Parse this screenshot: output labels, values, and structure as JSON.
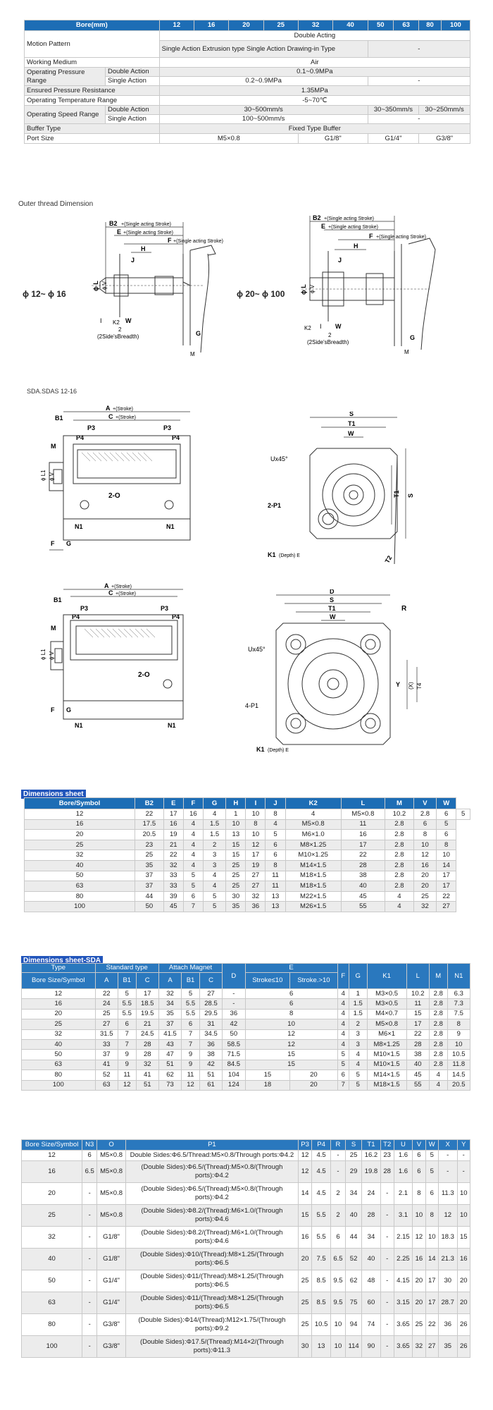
{
  "spec_table": {
    "header": [
      "Bore(mm)",
      "12",
      "16",
      "20",
      "25",
      "32",
      "40",
      "50",
      "63",
      "80",
      "100"
    ],
    "rows": [
      {
        "label": "Motion Pattern",
        "sub": "",
        "cells": [
          {
            "text": "Double Acting",
            "span": 10
          }
        ]
      },
      {
        "label": "",
        "sub": "",
        "cells": [
          {
            "text": "Single Action Extrusion type Single Action Drawing-in Type",
            "span": 6
          },
          {
            "text": "-",
            "span": 4
          }
        ]
      },
      {
        "label": "Working Medium",
        "sub": "",
        "cells": [
          {
            "text": "Air",
            "span": 10
          }
        ]
      },
      {
        "label": "Operating Pressure Range",
        "sub": "Double Action",
        "cells": [
          {
            "text": "0.1~0.9MPa",
            "span": 10
          }
        ]
      },
      {
        "label": "",
        "sub": "Single Action",
        "cells": [
          {
            "text": "0.2~0.9MPa",
            "span": 6
          },
          {
            "text": "-",
            "span": 4
          }
        ]
      },
      {
        "label": "Ensured Pressure Resistance",
        "sub": "",
        "cells": [
          {
            "text": "1.35MPa",
            "span": 10
          }
        ]
      },
      {
        "label": "Operating Temperature Range",
        "sub": "",
        "cells": [
          {
            "text": "-5~70℃",
            "span": 10
          }
        ]
      },
      {
        "label": "Operating Speed Range",
        "sub": "Double Action",
        "cells": [
          {
            "text": "30~500mm/s",
            "span": 6
          },
          {
            "text": "30~350mm/s",
            "span": 2
          },
          {
            "text": "30~250mm/s",
            "span": 2
          }
        ]
      },
      {
        "label": "",
        "sub": "Single Action",
        "cells": [
          {
            "text": "100~500mm/s",
            "span": 6
          },
          {
            "text": "-",
            "span": 4
          }
        ]
      },
      {
        "label": "Buffer Type",
        "sub": "",
        "cells": [
          {
            "text": "Fixed Type Buffer",
            "span": 10
          }
        ]
      },
      {
        "label": "Port Size",
        "sub": "",
        "cells": [
          {
            "text": "M5×0.8",
            "span": 4
          },
          {
            "text": "G1/8\"",
            "span": 2
          },
          {
            "text": "G1/4\"",
            "span": 2
          },
          {
            "text": "G3/8\"",
            "span": 2
          }
        ]
      }
    ]
  },
  "outer_thread": {
    "title": "Outer thread Dimension",
    "left_bore": "ϕ 12~ ϕ 16",
    "right_bore": "ϕ 20~ ϕ 100",
    "labels": {
      "b2": "B2",
      "b2_note": "+(Single acting Stroke)",
      "e": "E",
      "e_note": "+(Single acting Stroke)",
      "f": "F",
      "f_note": "+(Single acting Stroke)",
      "h": "H",
      "j": "J",
      "l": "ϕ L",
      "v": "ϕ V",
      "i": "I",
      "k2": "K2",
      "w": "W",
      "two": "2",
      "breadth": "(2Side'sBreadth)",
      "g": "G",
      "m": "M"
    }
  },
  "sda": {
    "title": "SDA.SDAS 12-16",
    "labels": {
      "a": "A",
      "a_note": "+(Stroke)",
      "c": "C",
      "c_note": "+(Stroke)",
      "b1": "B1",
      "p3": "P3",
      "p4": "P4",
      "m": "M",
      "l1": "ϕ L1",
      "v": "ϕ V",
      "two_o": "2-O",
      "n1": "N1",
      "f": "F",
      "g": "G",
      "s": "S",
      "t1": "T1",
      "w": "W",
      "ux45": "Ux45°",
      "two_p1": "2-P1",
      "k1": "K1",
      "depth_e": "(Depth) E",
      "t2": "T2",
      "d": "D",
      "r": "R",
      "four_p1": "4-P1",
      "y": "Y",
      "x": "(X)",
      "t4": "T4"
    }
  },
  "dims_sheet": {
    "title": "Dimensions sheet",
    "header": [
      "Bore/Symbol",
      "B2",
      "E",
      "F",
      "G",
      "H",
      "I",
      "J",
      "K2",
      "L",
      "M",
      "V",
      "W"
    ],
    "rows": [
      [
        "12",
        "22",
        "17",
        "16",
        "4",
        "1",
        "10",
        "8",
        "4",
        "M5×0.8",
        "10.2",
        "2.8",
        "6",
        "5"
      ],
      [
        "16",
        "17.5",
        "16",
        "4",
        "1.5",
        "10",
        "8",
        "4",
        "M5×0.8",
        "11",
        "2.8",
        "6",
        "5"
      ],
      [
        "20",
        "20.5",
        "19",
        "4",
        "1.5",
        "13",
        "10",
        "5",
        "M6×1.0",
        "16",
        "2.8",
        "8",
        "6"
      ],
      [
        "25",
        "23",
        "21",
        "4",
        "2",
        "15",
        "12",
        "6",
        "M8×1.25",
        "17",
        "2.8",
        "10",
        "8"
      ],
      [
        "32",
        "25",
        "22",
        "4",
        "3",
        "15",
        "17",
        "6",
        "M10×1.25",
        "22",
        "2.8",
        "12",
        "10"
      ],
      [
        "40",
        "35",
        "32",
        "4",
        "3",
        "25",
        "19",
        "8",
        "M14×1.5",
        "28",
        "2.8",
        "16",
        "14"
      ],
      [
        "50",
        "37",
        "33",
        "5",
        "4",
        "25",
        "27",
        "11",
        "M18×1.5",
        "38",
        "2.8",
        "20",
        "17"
      ],
      [
        "63",
        "37",
        "33",
        "5",
        "4",
        "25",
        "27",
        "11",
        "M18×1.5",
        "40",
        "2.8",
        "20",
        "17"
      ],
      [
        "80",
        "44",
        "39",
        "6",
        "5",
        "30",
        "32",
        "13",
        "M22×1.5",
        "45",
        "4",
        "25",
        "22"
      ],
      [
        "100",
        "50",
        "45",
        "7",
        "5",
        "35",
        "36",
        "13",
        "M26×1.5",
        "55",
        "4",
        "32",
        "27"
      ]
    ]
  },
  "dims_sda": {
    "title": "Dimensions sheet-SDA",
    "top_header": {
      "type": "Type",
      "standard": "Standard type",
      "magnet": "Attach Magnet",
      "e": "E"
    },
    "sub_header": {
      "bore": "Bore Size/Symbol",
      "a": "A",
      "b1": "B1",
      "c": "C",
      "a2": "A",
      "b12": "B1",
      "c2": "C",
      "d": "D",
      "s10": "Stroke≤10",
      "s10b": "Stroke.>10",
      "f": "F",
      "g": "G",
      "k1": "K1",
      "l": "L",
      "m": "M",
      "n1": "N1"
    },
    "rows": [
      {
        "bore": "12",
        "a": "22",
        "b1": "5",
        "c": "17",
        "a2": "32",
        "b12": "5",
        "c2": "27",
        "d": "-",
        "e": "6",
        "f": "4",
        "g": "1",
        "k1": "M3×0.5",
        "l": "10.2",
        "m": "2.8",
        "n1": "6.3"
      },
      {
        "bore": "16",
        "a": "24",
        "b1": "5.5",
        "c": "18.5",
        "a2": "34",
        "b12": "5.5",
        "c2": "28.5",
        "d": "-",
        "e": "6",
        "f": "4",
        "g": "1.5",
        "k1": "M3×0.5",
        "l": "11",
        "m": "2.8",
        "n1": "7.3"
      },
      {
        "bore": "20",
        "a": "25",
        "b1": "5.5",
        "c": "19.5",
        "a2": "35",
        "b12": "5.5",
        "c2": "29.5",
        "d": "36",
        "e": "8",
        "f": "4",
        "g": "1.5",
        "k1": "M4×0.7",
        "l": "15",
        "m": "2.8",
        "n1": "7.5"
      },
      {
        "bore": "25",
        "a": "27",
        "b1": "6",
        "c": "21",
        "a2": "37",
        "b12": "6",
        "c2": "31",
        "d": "42",
        "e": "10",
        "f": "4",
        "g": "2",
        "k1": "M5×0.8",
        "l": "17",
        "m": "2.8",
        "n1": "8"
      },
      {
        "bore": "32",
        "a": "31.5",
        "b1": "7",
        "c": "24.5",
        "a2": "41.5",
        "b12": "7",
        "c2": "34.5",
        "d": "50",
        "e": "12",
        "f": "4",
        "g": "3",
        "k1": "M6×1",
        "l": "22",
        "m": "2.8",
        "n1": "9"
      },
      {
        "bore": "40",
        "a": "33",
        "b1": "7",
        "c": "28",
        "a2": "43",
        "b12": "7",
        "c2": "36",
        "d": "58.5",
        "e": "12",
        "f": "4",
        "g": "3",
        "k1": "M8×1.25",
        "l": "28",
        "m": "2.8",
        "n1": "10"
      },
      {
        "bore": "50",
        "a": "37",
        "b1": "9",
        "c": "28",
        "a2": "47",
        "b12": "9",
        "c2": "38",
        "d": "71.5",
        "e": "15",
        "f": "5",
        "g": "4",
        "k1": "M10×1.5",
        "l": "38",
        "m": "2.8",
        "n1": "10.5"
      },
      {
        "bore": "63",
        "a": "41",
        "b1": "9",
        "c": "32",
        "a2": "51",
        "b12": "9",
        "c2": "42",
        "d": "84.5",
        "e": "15",
        "f": "5",
        "g": "4",
        "k1": "M10×1.5",
        "l": "40",
        "m": "2.8",
        "n1": "11.8"
      },
      {
        "bore": "80",
        "a": "52",
        "b1": "11",
        "c": "41",
        "a2": "62",
        "b12": "11",
        "c2": "51",
        "d": "104",
        "e1": "15",
        "e2": "20",
        "f": "6",
        "g": "5",
        "k1": "M14×1.5",
        "l": "45",
        "m": "4",
        "n1": "14.5"
      },
      {
        "bore": "100",
        "a": "63",
        "b1": "12",
        "c": "51",
        "a2": "73",
        "b12": "12",
        "c2": "61",
        "d": "124",
        "e1": "18",
        "e2": "20",
        "f": "7",
        "g": "5",
        "k1": "M18×1.5",
        "l": "55",
        "m": "4",
        "n1": "20.5"
      }
    ]
  },
  "dims_p1": {
    "header": [
      "Bore Size/Symbol",
      "N3",
      "O",
      "P1",
      "P3",
      "P4",
      "R",
      "S",
      "T1",
      "T2",
      "U",
      "V",
      "W",
      "X",
      "Y"
    ],
    "rows": [
      [
        "12",
        "6",
        "M5×0.8",
        "Double Sides:Φ6.5/Thread:M5×0.8/Through ports:Φ4.2",
        "12",
        "4.5",
        "-",
        "25",
        "16.2",
        "23",
        "1.6",
        "6",
        "5",
        "-",
        "-"
      ],
      [
        "16",
        "6.5",
        "M5×0.8",
        "(Double Sides):Φ6.5/(Thread):M5×0.8/(Through ports):Φ4.2",
        "12",
        "4.5",
        "-",
        "29",
        "19.8",
        "28",
        "1.6",
        "6",
        "5",
        "-",
        "-"
      ],
      [
        "20",
        "-",
        "M5×0.8",
        "(Double Sides):Φ6.5/(Thread):M5×0.8/(Through ports):Φ4.2",
        "14",
        "4.5",
        "2",
        "34",
        "24",
        "-",
        "2.1",
        "8",
        "6",
        "11.3",
        "10"
      ],
      [
        "25",
        "-",
        "M5×0.8",
        "(Double Sides):Φ8.2/(Thread):M6×1.0/(Through ports):Φ4.6",
        "15",
        "5.5",
        "2",
        "40",
        "28",
        "-",
        "3.1",
        "10",
        "8",
        "12",
        "10"
      ],
      [
        "32",
        "-",
        "G1/8\"",
        "(Double Sides):Φ8.2/(Thread):M6×1.0/(Through ports):Φ4.6",
        "16",
        "5.5",
        "6",
        "44",
        "34",
        "-",
        "2.15",
        "12",
        "10",
        "18.3",
        "15"
      ],
      [
        "40",
        "-",
        "G1/8\"",
        "(Double Sides):Φ10/(Thread):M8×1.25/(Through ports):Φ6.5",
        "20",
        "7.5",
        "6.5",
        "52",
        "40",
        "-",
        "2.25",
        "16",
        "14",
        "21.3",
        "16"
      ],
      [
        "50",
        "-",
        "G1/4\"",
        "(Double Sides):Φ11/(Thread):M8×1.25/(Through ports):Φ6.5",
        "25",
        "8.5",
        "9.5",
        "62",
        "48",
        "-",
        "4.15",
        "20",
        "17",
        "30",
        "20"
      ],
      [
        "63",
        "-",
        "G1/4\"",
        "(Double Sides):Φ11/(Thread):M8×1.25/(Through ports):Φ6.5",
        "25",
        "8.5",
        "9.5",
        "75",
        "60",
        "-",
        "3.15",
        "20",
        "17",
        "28.7",
        "20"
      ],
      [
        "80",
        "-",
        "G3/8\"",
        "(Double Sides):Φ14/(Thread):M12×1.75/(Through ports):Φ9.2",
        "25",
        "10.5",
        "10",
        "94",
        "74",
        "-",
        "3.65",
        "25",
        "22",
        "36",
        "26"
      ],
      [
        "100",
        "-",
        "G3/8\"",
        "(Double Sides):Φ17.5/(Thread):M14×2/(Through ports):Φ11.3",
        "30",
        "13",
        "10",
        "114",
        "90",
        "-",
        "3.65",
        "32",
        "27",
        "35",
        "26"
      ]
    ]
  }
}
